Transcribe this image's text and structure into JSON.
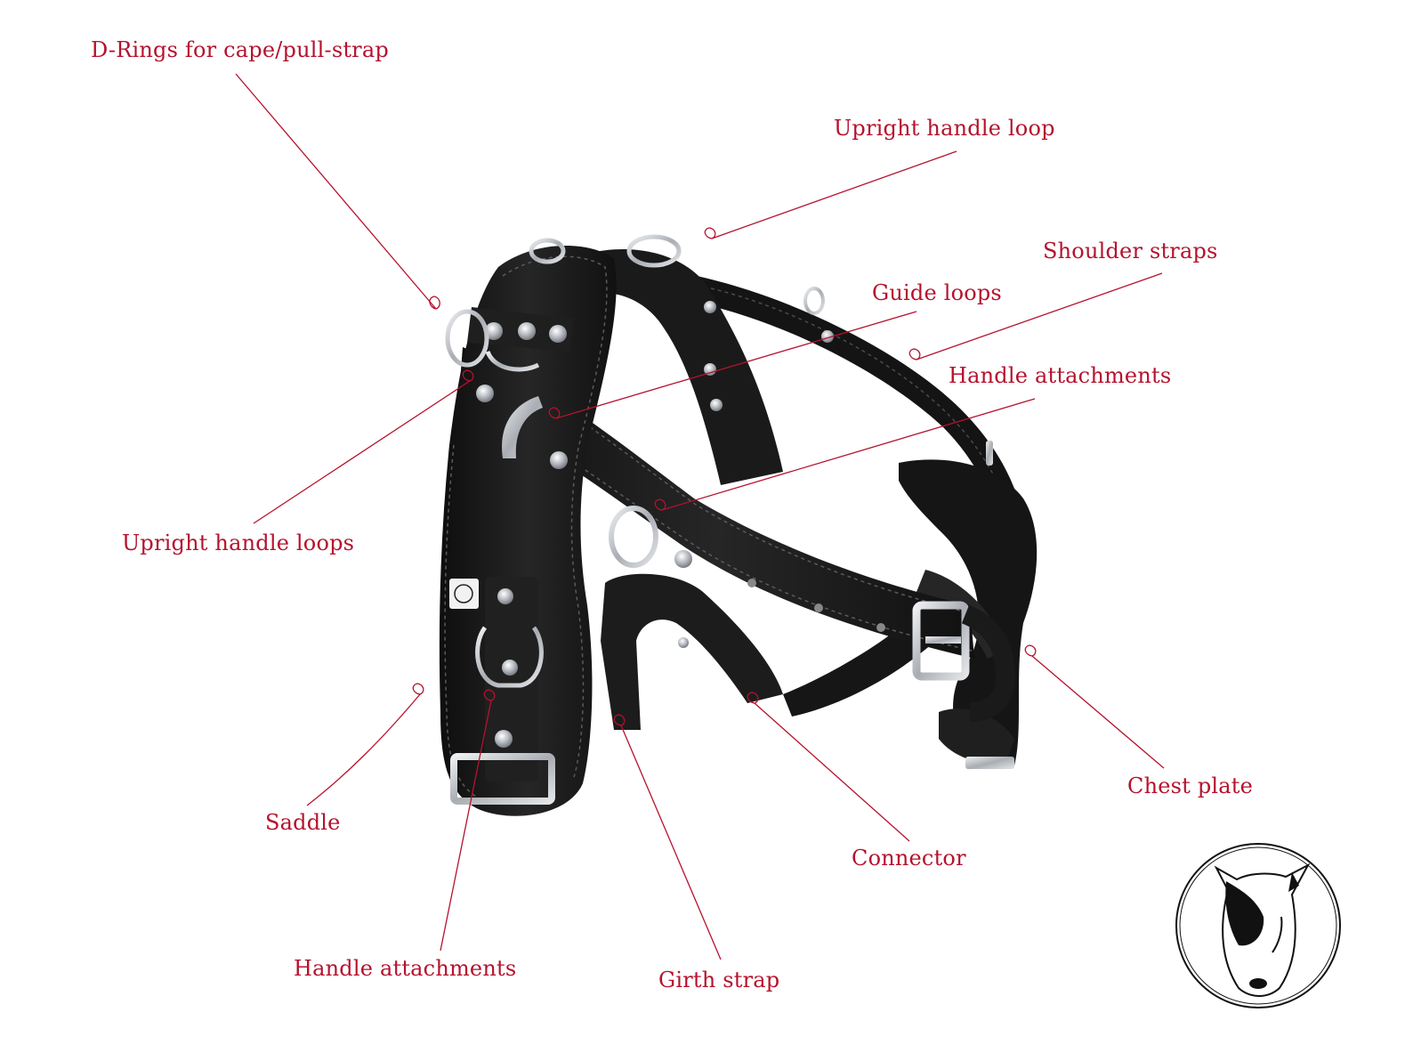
{
  "colors": {
    "label": "#b5122e",
    "leader": "#b5122e",
    "leather": "#1b1b1b",
    "leather_edge": "#3a3a3a",
    "stitch": "#5a5a5a",
    "metal": "#c9ccd1",
    "metal_dark": "#7c8088",
    "background": "#ffffff"
  },
  "labels": {
    "d_rings": "D-Rings for cape/pull-strap",
    "upright_handle_loop": "Upright handle loop",
    "shoulder_straps": "Shoulder straps",
    "guide_loops": "Guide loops",
    "handle_attachments_top": "Handle attachments",
    "upright_handle_loops": "Upright handle loops",
    "saddle": "Saddle",
    "connector": "Connector",
    "chest_plate": "Chest plate",
    "handle_attachments_bottom": "Handle attachments",
    "girth_strap": "Girth strap"
  },
  "logo": {
    "icon": "bull-terrier-head-icon"
  }
}
